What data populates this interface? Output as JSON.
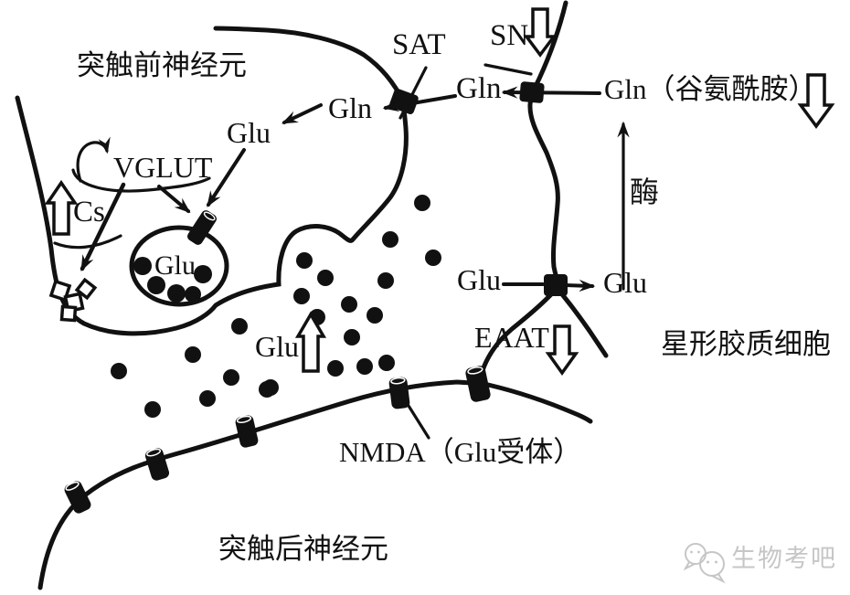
{
  "diagram": {
    "region_labels": {
      "presynaptic_neuron": "突触前神经元",
      "postsynaptic_neuron": "突触后神经元",
      "astrocyte": "星形胶质细胞"
    },
    "molecule_labels": {
      "sat": "SAT",
      "sn": "SN",
      "gln_extracellular": "Gln（谷氨酰胺）",
      "gln_astrocyte": "Gln",
      "gln_presynaptic": "Gln",
      "glu_presynaptic": "Glu",
      "vglut": "VGLUT",
      "cs": "Cs",
      "glu_vesicle": "Glu",
      "glu_cleft": "Glu",
      "glu_astrocyte_out": "Glu",
      "glu_astrocyte_in": "Glu",
      "enzyme": "酶",
      "eaat": "EAAT",
      "nmda_receptor": "NMDA（Glu受体）"
    },
    "watermark": {
      "text": "生物考吧"
    },
    "colors": {
      "ink": "#111111",
      "watermark_gray": "#c6c6c6",
      "background": "#ffffff"
    }
  }
}
